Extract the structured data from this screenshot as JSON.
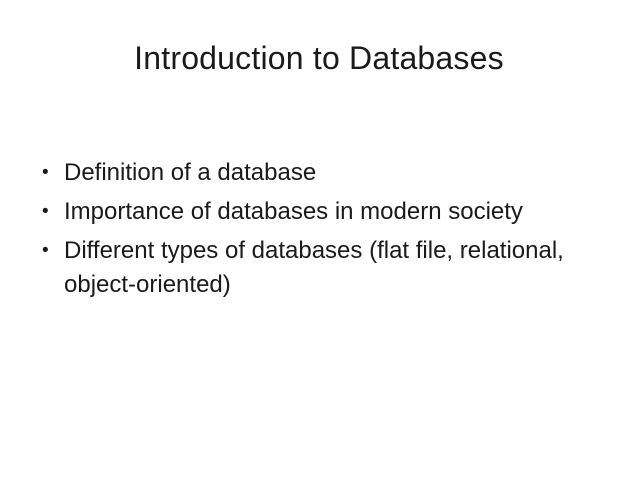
{
  "slide": {
    "title": "Introduction to Databases",
    "bullet_glyph": "•",
    "bullets": [
      "Definition of a database",
      "Importance of databases in modern society",
      "Different types of databases (flat file, relational, object-oriented)"
    ],
    "colors": {
      "background": "#ffffff",
      "text": "#1a1a1a"
    }
  }
}
